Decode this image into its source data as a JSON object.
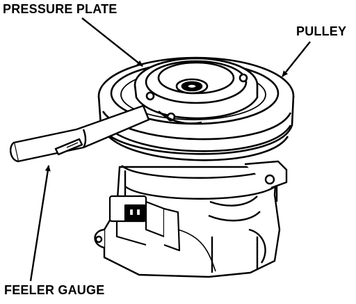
{
  "labels": {
    "pressure_plate": "PRESSURE PLATE",
    "pulley": "PULLEY",
    "feeler_gauge": "FEELER GAUGE"
  },
  "colors": {
    "ink": "#000000",
    "paper": "#ffffff"
  }
}
